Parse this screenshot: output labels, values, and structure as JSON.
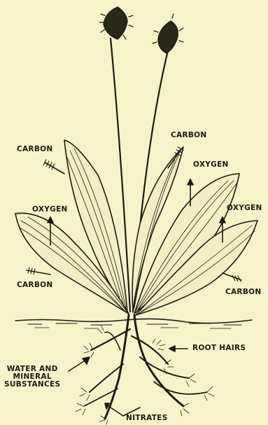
{
  "colors": {
    "background": "#f6f3c9",
    "ink": "#1b1a12"
  },
  "labels": {
    "carbon_left_top": "CARBON",
    "oxygen_left": "OXYGEN",
    "carbon_left_bottom": "CARBON",
    "carbon_top_right": "CARBON",
    "oxygen_mid_right": "OXYGEN",
    "oxygen_far_right": "OXYGEN",
    "carbon_bottom_right": "CARBON",
    "root_hairs": "ROOT HAIRS",
    "water_line1": "WATER AND",
    "water_line2": "MINERAL",
    "water_line3": "SUBSTANCES",
    "nitrates": "NITRATES"
  },
  "icons": [
    "flower-spike-icon",
    "leaf-icon",
    "arrow-icon",
    "root-hairs-icon",
    "soil-line-icon"
  ]
}
